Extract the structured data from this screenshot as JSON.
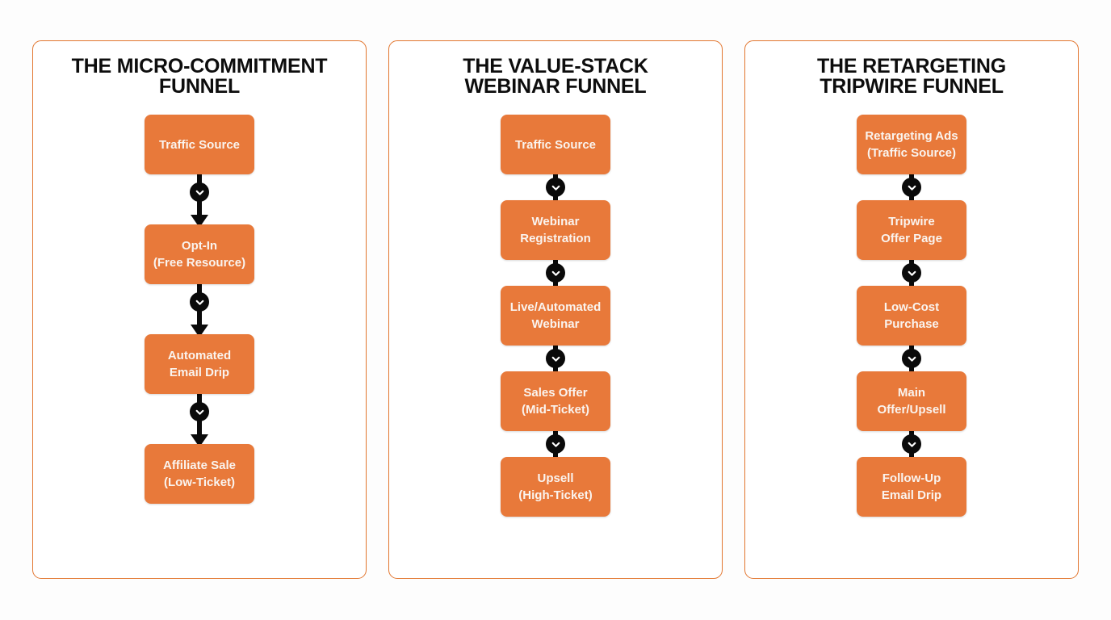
{
  "background_color": "#fdfdfd",
  "accent_color": "#e8793a",
  "card_border_color": "#e2762f",
  "node_text_color": "#faf4ef",
  "connector_color": "#0a0a0a",
  "columns": [
    {
      "id": "micro-commitment-funnel",
      "title": "THE MICRO-COMMITMENT\nFUNNEL",
      "connector_style": "long-arrow",
      "nodes": [
        {
          "label": "Traffic Source"
        },
        {
          "label": "Opt-In\n(Free Resource)"
        },
        {
          "label": "Automated\nEmail Drip"
        },
        {
          "label": "Affiliate Sale\n(Low-Ticket)"
        }
      ],
      "connectors": [
        {
          "icon": "chevron-down-icon"
        },
        {
          "icon": "chevron-down-icon"
        },
        {
          "icon": "chevron-down-icon"
        }
      ]
    },
    {
      "id": "value-stack-webinar-funnel",
      "title": "THE VALUE-STACK\nWEBINAR FUNNEL",
      "connector_style": "short",
      "nodes": [
        {
          "label": "Traffic Source"
        },
        {
          "label": "Webinar\nRegistration"
        },
        {
          "label": "Live/Automated\nWebinar"
        },
        {
          "label": "Sales Offer\n(Mid-Ticket)"
        },
        {
          "label": "Upsell\n(High-Ticket)"
        }
      ],
      "connectors": [
        {
          "icon": "chevron-down-icon"
        },
        {
          "icon": "chevron-down-icon"
        },
        {
          "icon": "chevron-down-icon"
        },
        {
          "icon": "chevron-down-icon"
        }
      ]
    },
    {
      "id": "retargeting-tripwire-funnel",
      "title": "THE RETARGETING\nTRIPWIRE FUNNEL",
      "connector_style": "short",
      "nodes": [
        {
          "label": "Retargeting Ads\n(Traffic Source)"
        },
        {
          "label": "Tripwire\nOffer Page"
        },
        {
          "label": "Low-Cost\nPurchase"
        },
        {
          "label": "Main\nOffer/Upsell"
        },
        {
          "label": "Follow-Up\nEmail Drip"
        }
      ],
      "connectors": [
        {
          "icon": "chevron-down-icon"
        },
        {
          "icon": "chevron-down-icon"
        },
        {
          "icon": "chevron-down-icon"
        },
        {
          "icon": "chevron-down-icon"
        }
      ]
    }
  ]
}
